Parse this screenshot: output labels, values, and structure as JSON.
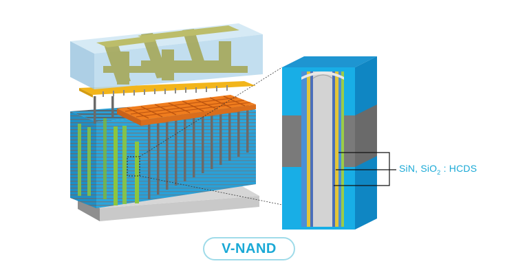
{
  "diagram": {
    "title": "V-NAND",
    "callout": {
      "formula_main": "SiN, SiO",
      "formula_sub": "2",
      "formula_tail": " : HCDS"
    }
  },
  "colors": {
    "accent": "#1aa9d6",
    "stack_blue": "#2aa5dc",
    "stack_line": "#6d7c86",
    "channel_green": "#8cc63f",
    "bitline_orange": "#f07d1e",
    "contact_yellow": "#f2b51b",
    "cap_glass": "#b7d8ec",
    "olive_metal": "#a6a85a",
    "substrate_gray": "#c9c9c9",
    "core_gray": "#bdbdbd"
  }
}
